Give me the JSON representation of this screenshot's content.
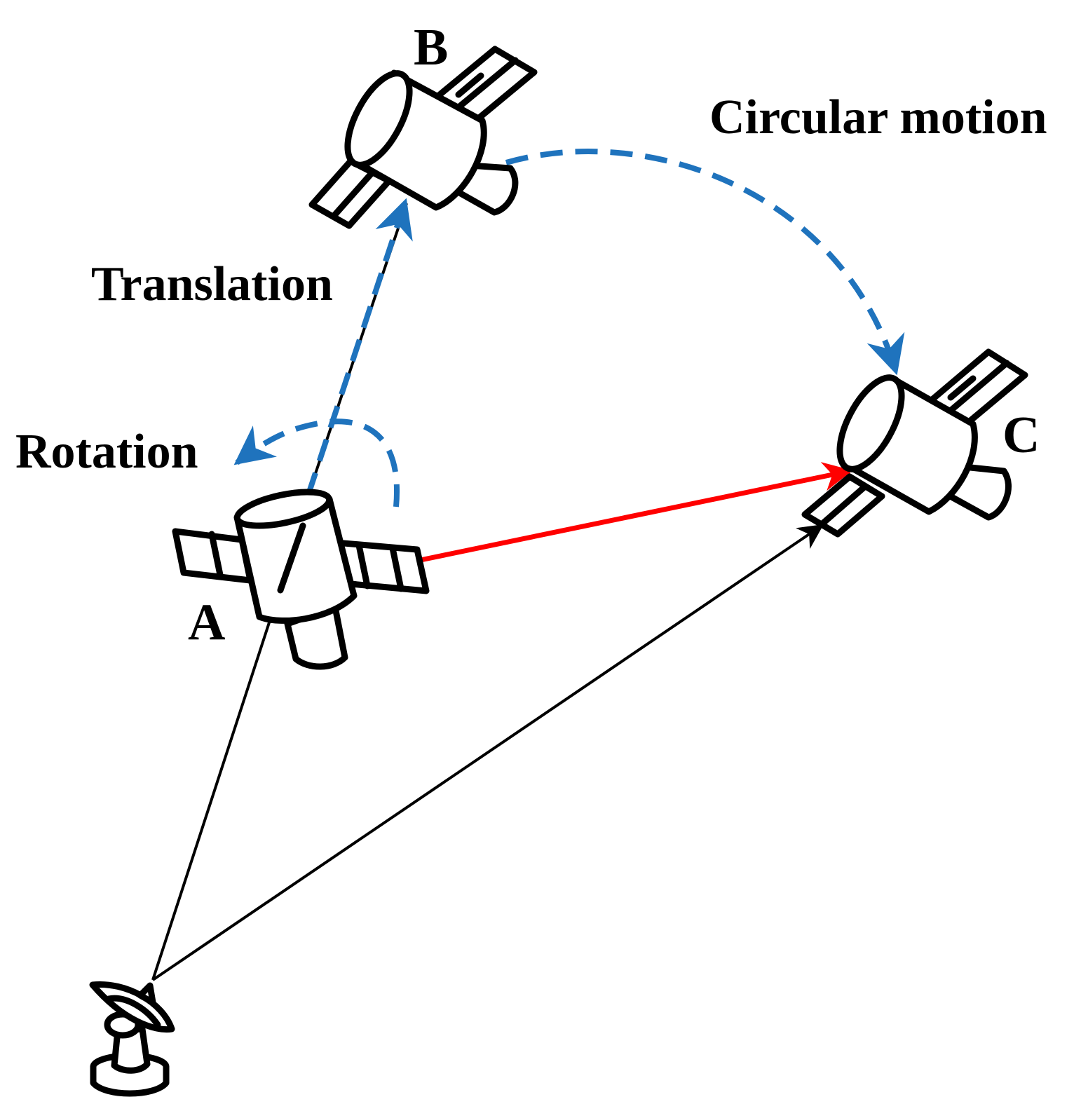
{
  "labels": {
    "a": "A",
    "b": "B",
    "c": "C",
    "translation": "Translation",
    "rotation": "Rotation",
    "circular_motion": "Circular motion"
  },
  "colors": {
    "motion": "#1f73bd",
    "relative": "#ff0000",
    "link": "#000000"
  }
}
